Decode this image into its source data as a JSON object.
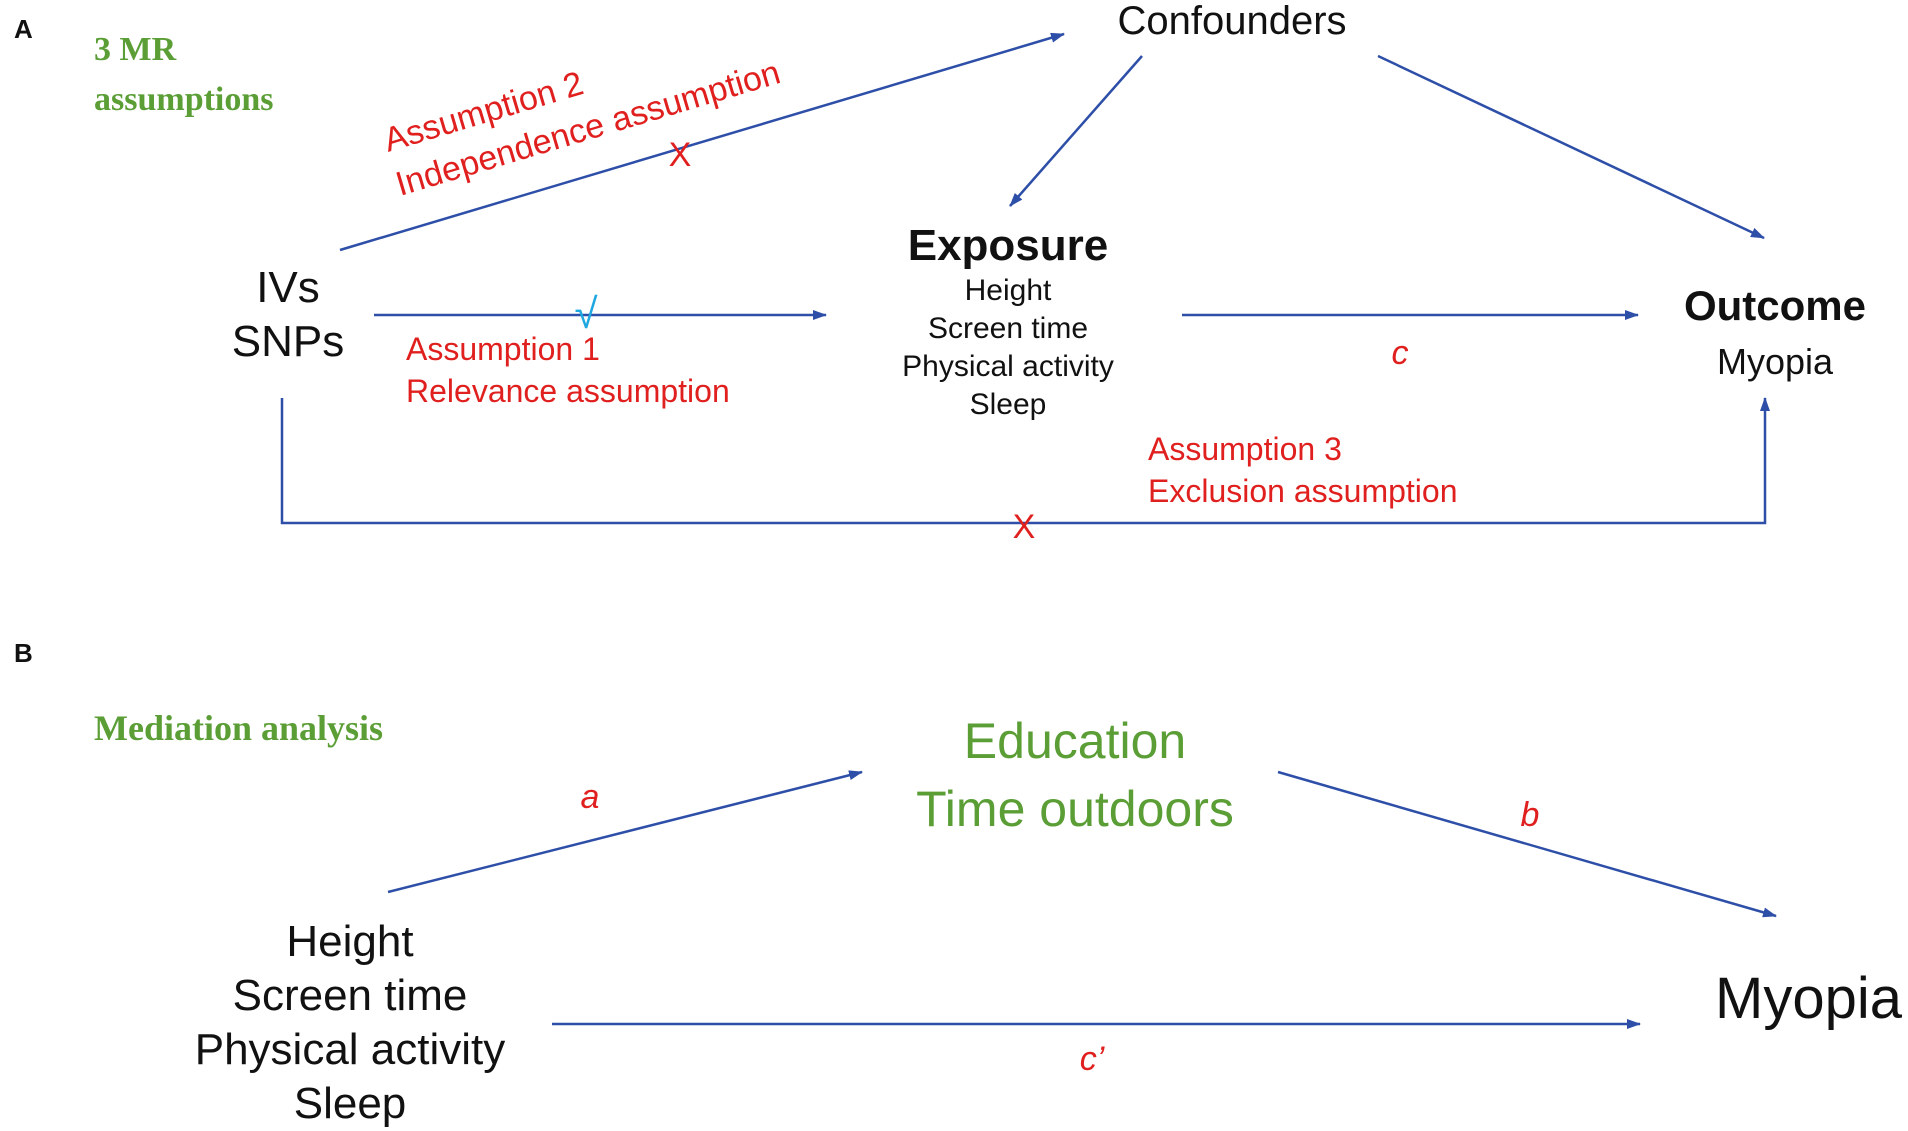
{
  "colors": {
    "arrow": "#2e4fa8",
    "red": "#e0201e",
    "green": "#5a9e35",
    "check": "#1fa8e0",
    "black": "#111111"
  },
  "panelA": {
    "letter": "A",
    "heading_line1": "3 MR",
    "heading_line2": "assumptions",
    "confounders": "Confounders",
    "ivs_line1": "IVs",
    "ivs_line2": "SNPs",
    "exposure": {
      "title": "Exposure",
      "items": [
        "Height",
        "Screen time",
        "Physical activity",
        "Sleep"
      ]
    },
    "outcome": {
      "title": "Outcome",
      "item": "Myopia"
    },
    "assumption1": {
      "line1": "Assumption  1",
      "line2": "Relevance assumption",
      "mark": "√"
    },
    "assumption2": {
      "line1": "Assumption  2",
      "line2": "Independence  assumption",
      "mark": "X"
    },
    "assumption3": {
      "line1": "Assumption  3",
      "line2": "Exclusion  assumption",
      "mark": "X"
    },
    "path_c": "c"
  },
  "panelB": {
    "letter": "B",
    "heading": "Mediation analysis",
    "mediators": [
      "Education",
      "Time outdoors"
    ],
    "exposures": [
      "Height",
      "Screen time",
      "Physical activity",
      "Sleep"
    ],
    "outcome": "Myopia",
    "path_a": "a",
    "path_b": "b",
    "path_c_prime": "c’"
  }
}
